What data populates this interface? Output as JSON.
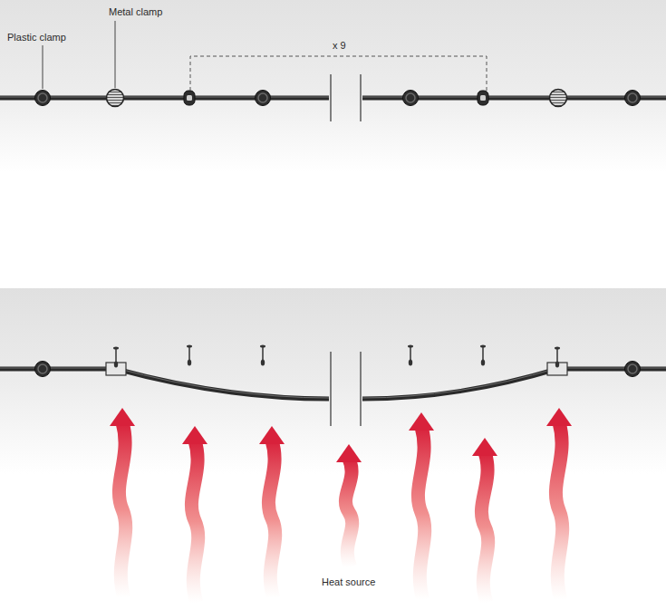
{
  "diagram": {
    "labels": [
      "Plastic clamp",
      "Metal clamp",
      "x 9",
      "Heat source"
    ]
  }
}
